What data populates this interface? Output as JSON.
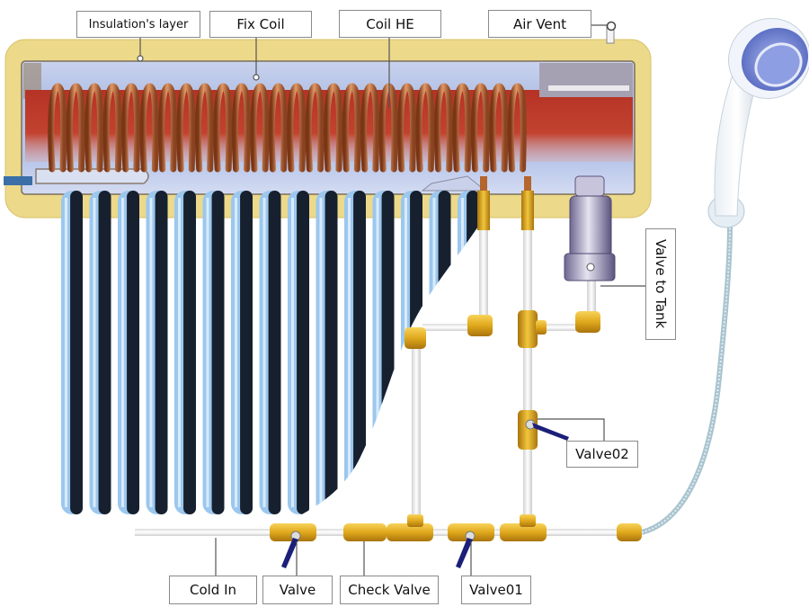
{
  "title": "Solar water heater with heat-exchanger coil",
  "labels": {
    "insulation_layer": "Insulation's layer",
    "fix_coil": "Fix Coil",
    "coil_he": "Coil HE",
    "air_vent": "Air Vent",
    "valve_to_tank": "Valve to Tank",
    "valve02": "Valve02",
    "cold_in": "Cold In",
    "valve": "Valve",
    "check_valve": "Check Valve",
    "valve01": "Valve01"
  },
  "components": {
    "vacuum_tube_count": 15,
    "coil_turns": 26
  },
  "colors": {
    "insulation": "#ecd98a",
    "tank_inner": "#b8c6e6",
    "hot_water": "#b8382a",
    "copper_coil": "#b5652e",
    "tube_light": "#9cc7ee",
    "tube_dark": "#17202e",
    "brass": "#e0a81c",
    "pipe": "#eeeeee",
    "valve_handle": "#1c1f7a",
    "shower_blue": "#7b8fd6"
  }
}
